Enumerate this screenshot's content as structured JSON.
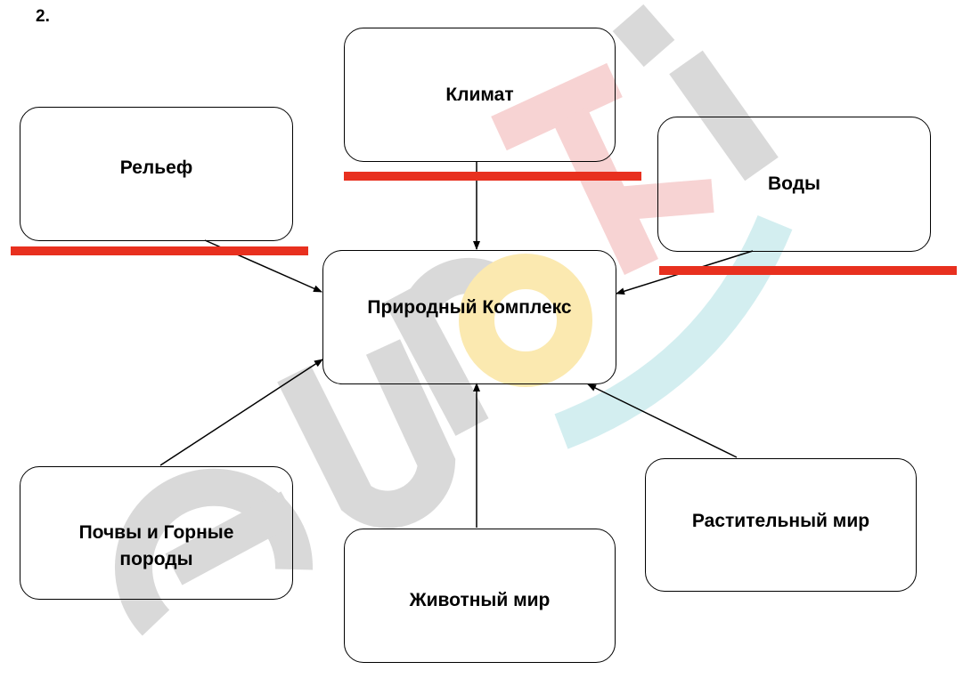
{
  "task_number": "2.",
  "watermark_text": "euroki",
  "colors": {
    "underline": "#e8301f",
    "arrow": "#000000",
    "watermark_grey": "#d9d9d9",
    "watermark_orange": "#fbe9b0",
    "watermark_pink": "#f7d3d3",
    "watermark_cyan": "#d3eef0"
  },
  "nodes": {
    "center": "Природный Комплекс",
    "climate": "Климат",
    "relief": "Рельеф",
    "waters": "Воды",
    "soils": "Почвы и Горные породы",
    "fauna": "Животный мир",
    "flora": "Растительный мир"
  },
  "edges": [
    {
      "from": "climate",
      "to": "center"
    },
    {
      "from": "relief",
      "to": "center"
    },
    {
      "from": "waters",
      "to": "center"
    },
    {
      "from": "soils",
      "to": "center"
    },
    {
      "from": "fauna",
      "to": "center"
    },
    {
      "from": "flora",
      "to": "center"
    }
  ]
}
